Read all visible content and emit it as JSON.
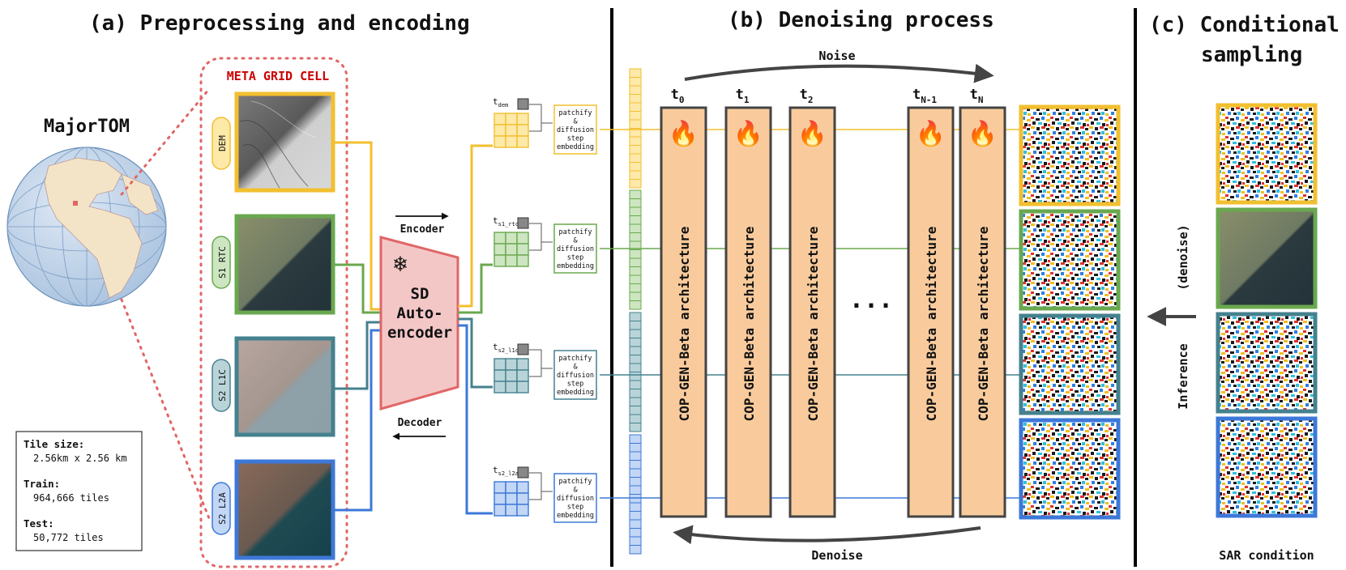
{
  "sections": {
    "a_title": "(a) Preprocessing and encoding",
    "b_title": "(b) Denoising process",
    "c_title_line1": "(c) Conditional",
    "c_title_line2": "sampling"
  },
  "globe": {
    "title": "MajorTOM"
  },
  "meta_grid": {
    "label": "META GRID CELL"
  },
  "info_box": {
    "tile_size_label": "Tile size:",
    "tile_size_value": "2.56km x 2.56 km",
    "train_label": "Train:",
    "train_value": "964,666 tiles",
    "test_label": "Test:",
    "test_value": "50,772 tiles"
  },
  "colors": {
    "dem": "#f2bf2f",
    "s1_rtc": "#6aa84f",
    "s2_l1c": "#45818e",
    "s2_l2a": "#3c78d8",
    "autoencoder_fill": "#f4c7c7",
    "autoencoder_stroke": "#e06666",
    "block_fill": "#f9cb9c",
    "block_stroke": "#444444",
    "dotted": "#e06666"
  },
  "modalities": [
    {
      "key": "dem",
      "label": "DEM",
      "timestep": "t",
      "timestep_sub": "dem"
    },
    {
      "key": "s1_rtc",
      "label": "S1 RTC",
      "timestep": "t",
      "timestep_sub": "s1_rtc"
    },
    {
      "key": "s2_l1c",
      "label": "S2 L1C",
      "timestep": "t",
      "timestep_sub": "s2_l1c"
    },
    {
      "key": "s2_l2a",
      "label": "S2 L2A",
      "timestep": "t",
      "timestep_sub": "s2_l2a"
    }
  ],
  "embed_box": [
    "patchify",
    "&",
    "diffusion",
    "step",
    "embedding"
  ],
  "autoencoder": {
    "line1": "SD",
    "line2": "Auto-",
    "line3": "encoder",
    "icon": "snowflake-icon",
    "encoder_label": "Encoder",
    "decoder_label": "Decoder"
  },
  "denoising": {
    "noise_label": "Noise",
    "denoise_label": "Denoise",
    "ellipsis": "...",
    "block_label": "COP-GEN-Beta architecture",
    "block_icon": "flame-icon",
    "timesteps": [
      {
        "t": "t",
        "sub": "0"
      },
      {
        "t": "t",
        "sub": "1"
      },
      {
        "t": "t",
        "sub": "2"
      },
      {
        "t": "t",
        "sub": "N-1"
      },
      {
        "t": "t",
        "sub": "N"
      }
    ]
  },
  "conditional": {
    "inference_label": "Inference",
    "denoise_label": "(denoise)",
    "sar_label": "SAR condition"
  }
}
